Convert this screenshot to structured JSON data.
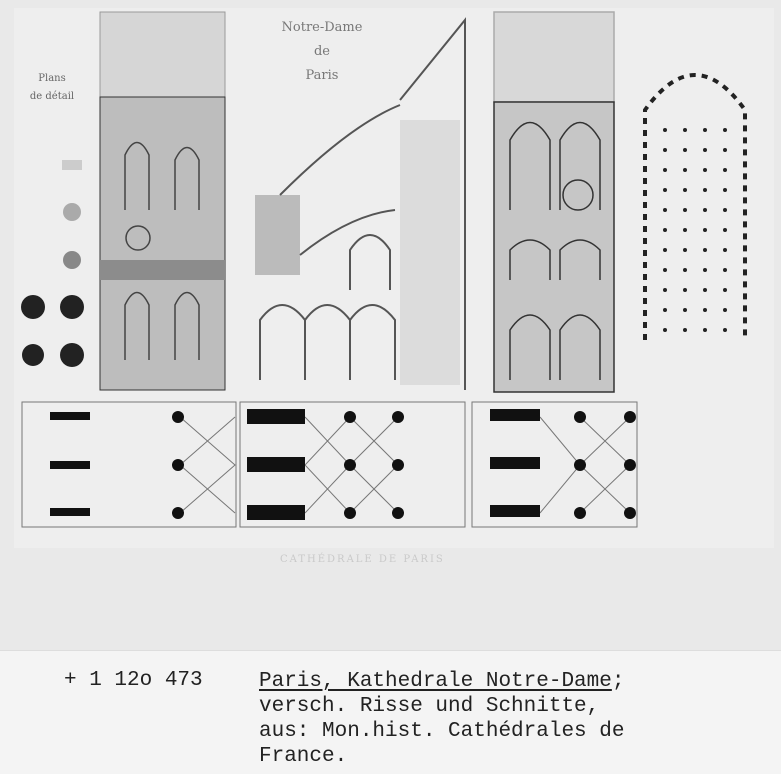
{
  "plate": {
    "title_lines": [
      "Notre-Dame",
      "de",
      "Paris"
    ],
    "subtitle_lines": [
      "Plans",
      "de détail"
    ],
    "footer": "CATHÉDRALE DE PARIS"
  },
  "caption": {
    "number": "+ 1 12o 473",
    "title": "Paris, Kathedrale Notre-Dame",
    "title_suffix": ";",
    "line2": "versch. Risse und Schnitte,",
    "line3": "aus: Mon.hist. Cathédrales de",
    "line4": "France."
  }
}
